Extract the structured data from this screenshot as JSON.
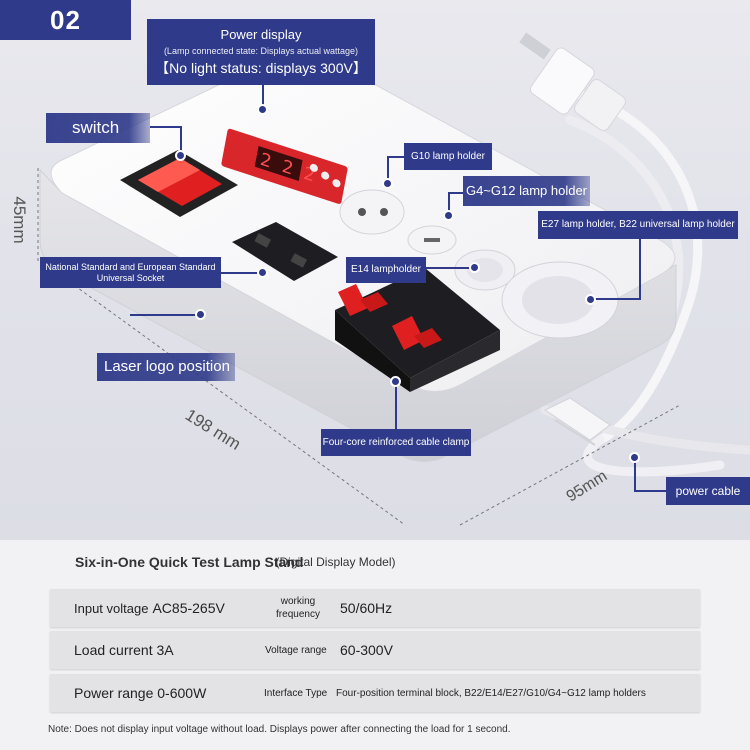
{
  "badge": "02",
  "labels": {
    "power_display_title": "Power display",
    "power_display_sub": "(Lamp connected state: Displays actual wattage)",
    "power_display_note": "【No light status: displays 300V】",
    "switch": "switch",
    "g10": "G10 lamp holder",
    "g4": "G4~G12 lamp holder",
    "e27": "E27 lamp holder, B22 universal lamp holder",
    "socket": "National Standard and European Standard Universal Socket",
    "e14": "E14 lampholder",
    "laser": "Laser logo position",
    "clamp": "Four-core reinforced cable clamp",
    "cable": "power cable"
  },
  "dimensions": {
    "height": "45mm",
    "length": "198 mm",
    "width": "95mm"
  },
  "display_segments": "2 2 2",
  "spec": {
    "title": "Six-in-One Quick Test Lamp Stand",
    "subtitle": "(Digital Display Model)",
    "rows": [
      {
        "label1": "Input voltage",
        "value1": "AC85-265V",
        "label2": "working frequency",
        "value2": "50/60Hz"
      },
      {
        "label1": "Load current 3A",
        "value1": "",
        "label2": "Voltage range",
        "value2": "60-300V"
      },
      {
        "label1": "Power range 0-600W",
        "value1": "",
        "label2": "Interface Type",
        "value2": "Four-position terminal block, B22/E14/E27/G10/G4~G12 lamp holders"
      }
    ],
    "note": "Note: Does not display input voltage without load. Displays power after connecting the load for 1 second."
  },
  "colors": {
    "accent": "#2f3a8a",
    "switch_red": "#e02020",
    "display_red": "#d8262a"
  }
}
